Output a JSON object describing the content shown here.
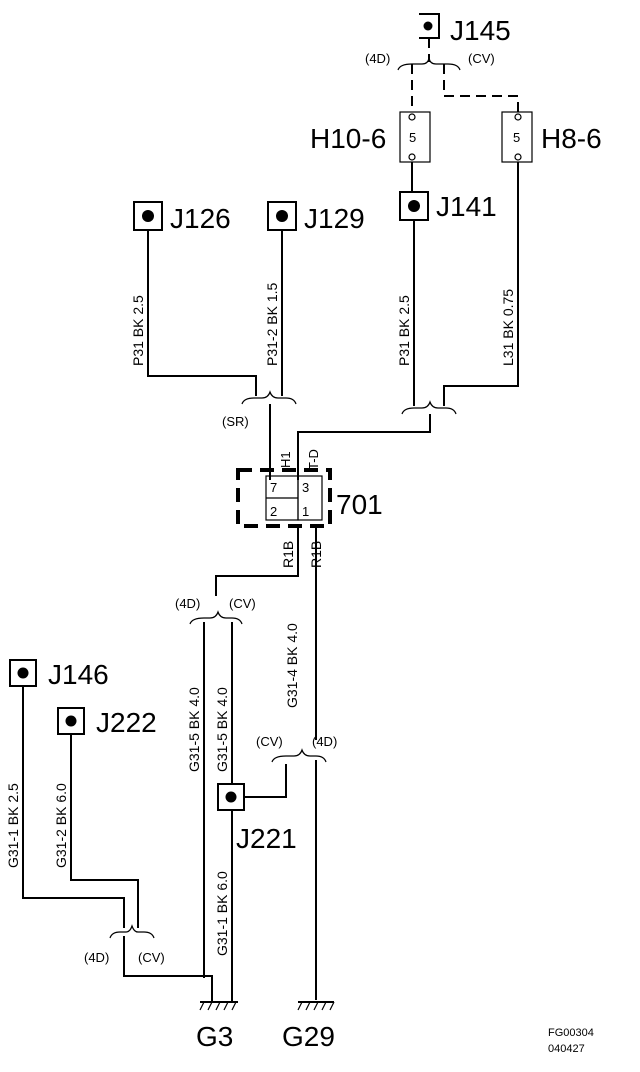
{
  "connectors": {
    "j145": "J145",
    "j126": "J126",
    "j129": "J129",
    "j141": "J141",
    "j146": "J146",
    "j222": "J222",
    "j221": "J221"
  },
  "components": {
    "h10_6": "H10-6",
    "h8_6": "H8-6",
    "pin_h10": "5",
    "pin_h8": "5",
    "c701": "701",
    "p7": "7",
    "p3": "3",
    "p2": "2",
    "p1": "1",
    "h1": "H1",
    "td": "T-D"
  },
  "grounds": {
    "g3": "G3",
    "g29": "G29"
  },
  "variants": {
    "top_4d": "(4D)",
    "top_cv": "(CV)",
    "sr": "(SR)",
    "mid_4d": "(4D)",
    "mid_cv": "(CV)",
    "j221_cv": "(CV)",
    "j221_4d": "(4D)",
    "bot_4d": "(4D)",
    "bot_cv": "(CV)"
  },
  "wires": {
    "w_j126": "P31 BK  2.5",
    "w_j129": "P31-2  BK  1.5",
    "w_j141": "P31  BK  2.5",
    "w_h8": "L31  BK  0.75",
    "w_r1b_a": "R1B",
    "w_r1b_b": "R1B",
    "w_g31_4": "G31-4  BK  4.0",
    "w_g31_5a": "G31-5  BK  4.0",
    "w_g31_5b": "G31-5  BK  4.0",
    "w_g31_1": "G31-1  BK  2.5",
    "w_g31_2": "G31-2  BK  6.0",
    "w_g31_1b": "G31-1  BK  6.0"
  },
  "figure": {
    "code": "FG00304",
    "date": "040427"
  }
}
